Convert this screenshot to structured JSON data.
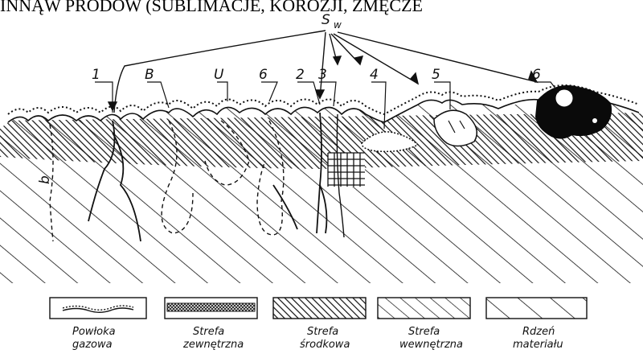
{
  "header_fragment": "INNĄW PRODÓW (SUBLIMACJE, KOROZJI, ZMĘCZE",
  "sw_label": "S_w",
  "sw_main": "S",
  "sw_sub": "w",
  "defect_labels": [
    "1",
    "B",
    "U",
    "6",
    "2",
    "3",
    "4",
    "5",
    "6",
    "b"
  ],
  "legend": [
    {
      "line1": "Powłoka",
      "line2": "gazowa"
    },
    {
      "line1": "Strefa",
      "line2": "zewnętrzna"
    },
    {
      "line1": "Strefa",
      "line2": "środkowa"
    },
    {
      "line1": "Strefa",
      "line2": "wewnętrzna"
    },
    {
      "line1": "Rdzeń",
      "line2": "materiału"
    }
  ],
  "colors": {
    "ink": "#111111",
    "paper": "#ffffff"
  }
}
